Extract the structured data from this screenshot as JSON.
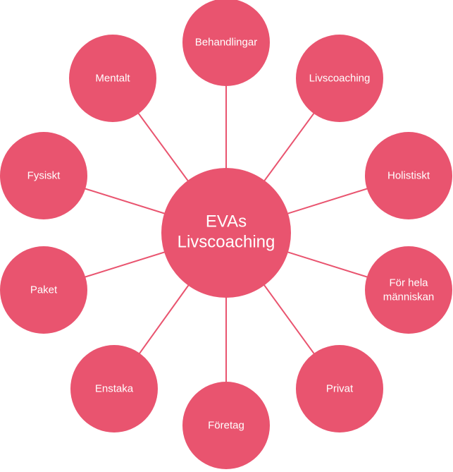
{
  "colors": {
    "node_fill": "#E9546F",
    "spoke": "#E9546F",
    "text": "#FFFFFF",
    "background": "#FFFFFF"
  },
  "center": {
    "line1": "EVAs",
    "line2": "Livscoaching"
  },
  "nodes": [
    {
      "label": "Behandlingar"
    },
    {
      "label": "Livscoaching"
    },
    {
      "label": "Holistiskt"
    },
    {
      "label": "För hela",
      "label2": "människan"
    },
    {
      "label": "Privat"
    },
    {
      "label": "Företag"
    },
    {
      "label": "Enstaka"
    },
    {
      "label": "Paket"
    },
    {
      "label": "Fysiskt"
    },
    {
      "label": "Mentalt"
    }
  ]
}
